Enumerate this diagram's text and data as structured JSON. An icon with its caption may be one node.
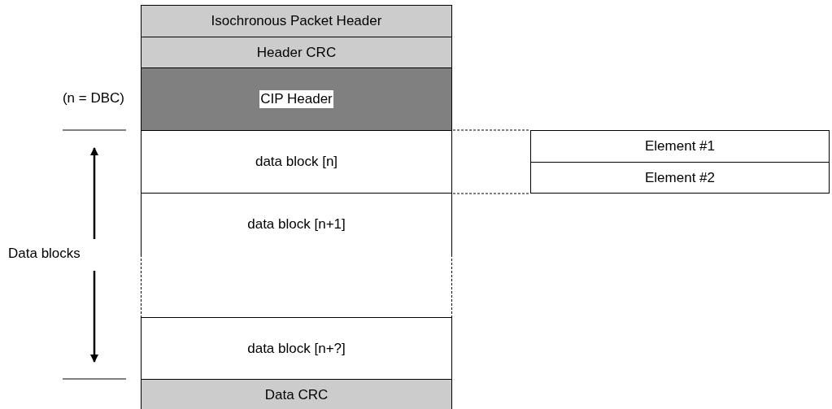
{
  "diagram": {
    "nodes": [
      {
        "text": [
          "Isochronous Packet Header"
        ]
      },
      {
        "text": [
          "Header CRC"
        ]
      },
      {
        "text": [
          "CIP Header"
        ],
        "beside": [
          "(n = DBC)"
        ]
      },
      {
        "text": [
          "data block [n]"
        ]
      },
      {
        "text": [
          "data block [n+1]"
        ]
      },
      {
        "text": [],
        "shape": "box"
      },
      {
        "text": [
          "data block [n+?]"
        ]
      },
      {
        "text": [
          "Data CRC"
        ]
      },
      {
        "text": [
          "Element #1"
        ]
      },
      {
        "text": [
          "Element #2"
        ]
      }
    ],
    "edges": [
      {
        "from": 3,
        "to": 8,
        "arrow": "none",
        "style": "dashed"
      },
      {
        "from": 3,
        "to": 9,
        "arrow": "none",
        "style": "dashed"
      }
    ],
    "labels": [
      "Data blocks"
    ]
  }
}
